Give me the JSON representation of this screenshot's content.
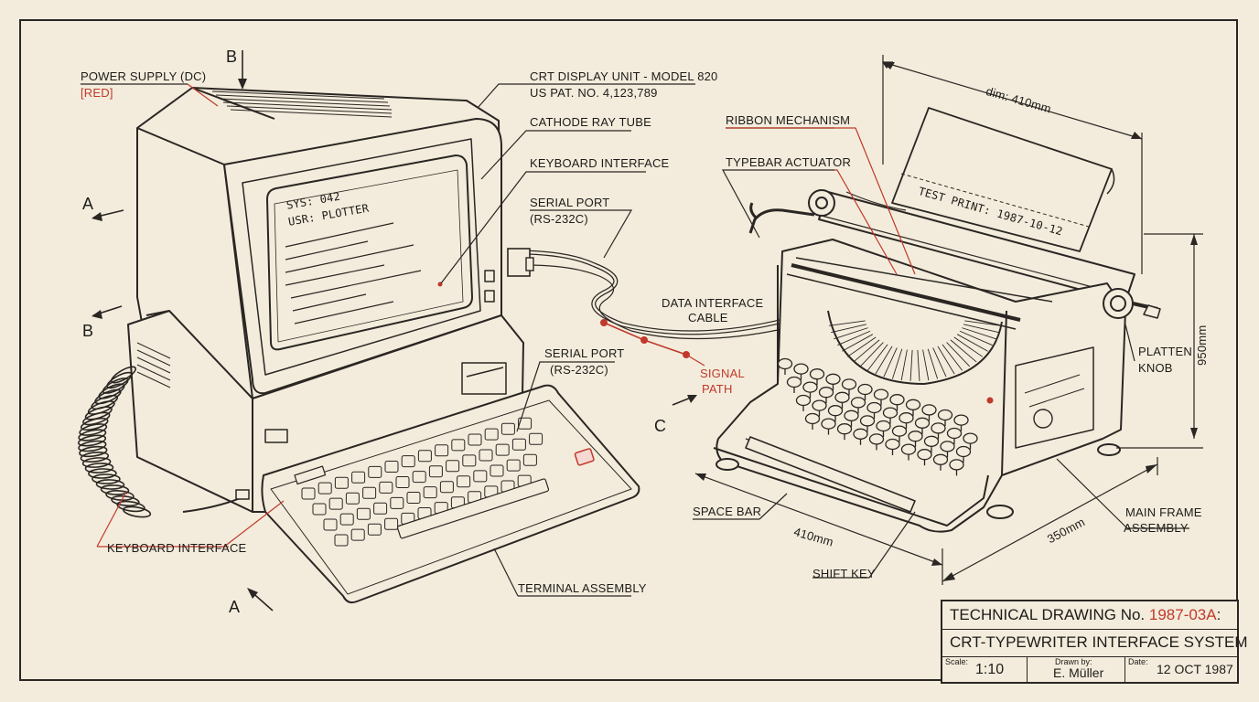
{
  "labels": {
    "power_supply": "POWER SUPPLY (DC)",
    "power_supply_note": "[RED]",
    "crt_display": "CRT DISPLAY UNIT - MODEL 820",
    "patent": "US PAT. NO. 4,123,789",
    "cathode_ray_tube": "CATHODE RAY TUBE",
    "keyboard_interface_top": "KEYBOARD INTERFACE",
    "serial_port_top": "SERIAL PORT",
    "serial_port_top_spec": "(RS-232C)",
    "data_interface_cable_1": "DATA INTERFACE",
    "data_interface_cable_2": "CABLE",
    "serial_port_mid": "SERIAL PORT",
    "serial_port_mid_spec": "(RS-232C)",
    "signal_path_1": "SIGNAL",
    "signal_path_2": "PATH",
    "keyboard_interface_bottom": "KEYBOARD INTERFACE",
    "terminal_assembly": "TERMINAL ASSEMBLY",
    "ribbon_mechanism": "RIBBON MECHANISM",
    "typebar_actuator": "TYPEBAR ACTUATOR",
    "dim_410_top": "dim: 410mm",
    "platten_knob_1": "PLATTEN",
    "platten_knob_2": "KNOB",
    "dim_950": "950mm",
    "space_bar": "SPACE BAR",
    "dim_410_bottom": "410mm",
    "dim_350": "350mm",
    "main_frame_1": "MAIN FRAME",
    "main_frame_2": "ASSEMBLY",
    "shift_key": "SHIFT KEY"
  },
  "section_markers": {
    "b_top": "B",
    "a_left": "A",
    "b_left": "B",
    "c_mid": "C",
    "a_bottom": "A"
  },
  "screen": {
    "line1": "SYS: 042",
    "line2": "USR: PLOTTER"
  },
  "paper": {
    "test_print": "TEST PRINT: 1987-10-12"
  },
  "title_block": {
    "title_prefix": "TECHNICAL DRAWING No. ",
    "drawing_number": "1987-03A",
    "title_suffix": ":",
    "subtitle": "CRT-TYPEWRITER INTERFACE SYSTEM",
    "scale_label": "Scale:",
    "scale_value": "1:10",
    "drawn_by_label": "Drawn by:",
    "drawn_by_value": "E. Müller",
    "date_label": "Date:",
    "date_value": "12 OCT 1987"
  },
  "colors": {
    "paper": "#f3ecdc",
    "ink": "#2a2623",
    "accent_red": "#c0392b"
  }
}
